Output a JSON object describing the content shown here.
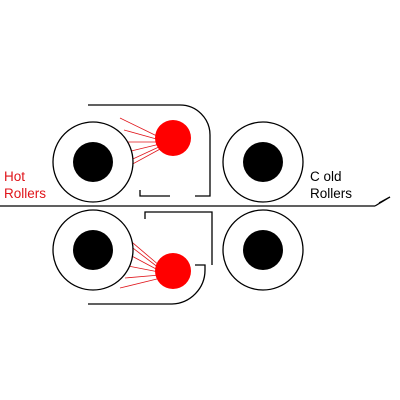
{
  "labels": {
    "hot_line1": "Hot",
    "hot_line2": "Rollers",
    "cold_line1": "C old",
    "cold_line2": "Rollers"
  },
  "colors": {
    "hot_label": "#e0141a",
    "cold_label": "#000000",
    "heater": "#ff0000",
    "roller_core": "#000000",
    "roller_shell": "#ffffff",
    "outline": "#000000",
    "heat_rays": "#e0141a"
  },
  "icons": {
    "hot_roller": "hot-roller-icon",
    "cold_roller": "cold-roller-icon",
    "heater": "heater-icon",
    "feed_direction": "arrow-right-icon"
  }
}
